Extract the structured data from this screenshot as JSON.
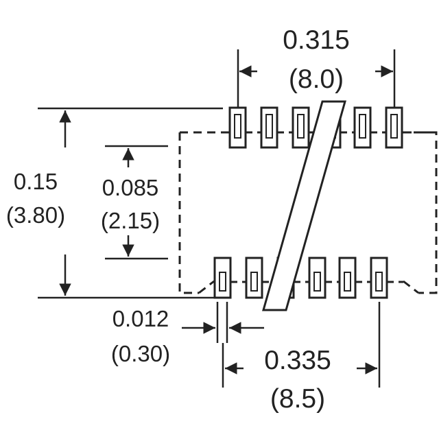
{
  "dimensions": {
    "top_width": {
      "inch": "0.315",
      "mm": "(8.0)"
    },
    "total_height": {
      "inch": "0.15",
      "mm": "(3.80)"
    },
    "body_height": {
      "inch": "0.085",
      "mm": "(2.15)"
    },
    "pin_width": {
      "inch": "0.012",
      "mm": "(0.30)"
    },
    "bottom_width": {
      "inch": "0.335",
      "mm": "(8.5)"
    }
  },
  "colors": {
    "ink": "#222222",
    "background": "#ffffff"
  }
}
